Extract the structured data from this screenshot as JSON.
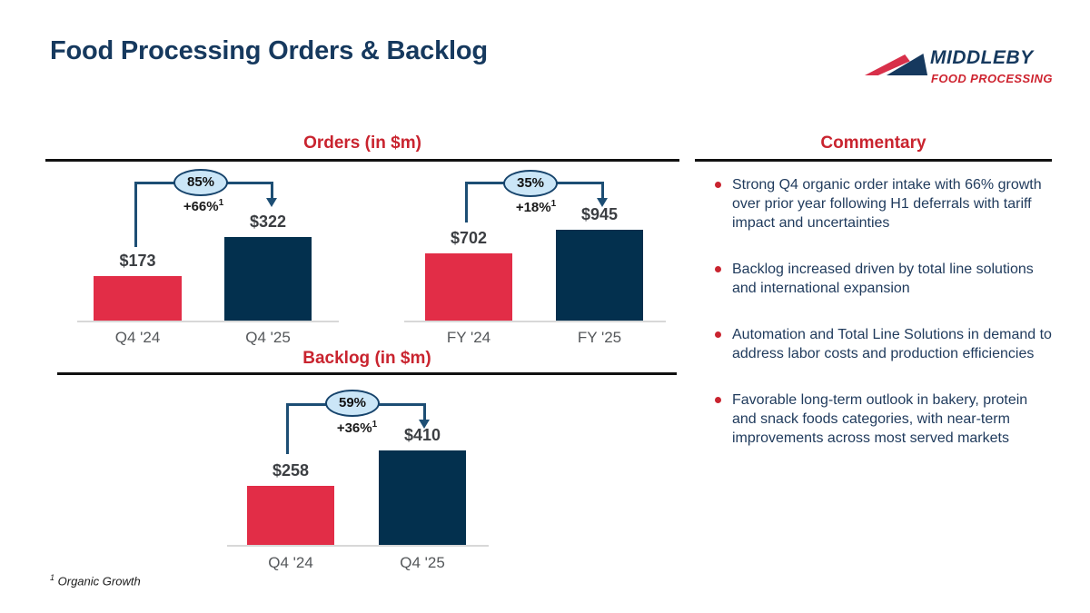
{
  "slide": {
    "title": "Food Processing Orders & Backlog",
    "footnote_sup": "1",
    "footnote": "Organic Growth"
  },
  "logo": {
    "name": "MIDDLEBY",
    "subtitle": "FOOD PROCESSING"
  },
  "colors": {
    "title_navy": "#16395E",
    "accent_red": "#C9242F",
    "bar_red": "#E22D47",
    "bar_navy": "#03304E",
    "connector_navy": "#1D4E74",
    "oval_fill": "#CBE6F7",
    "commentary_text": "#1F3A5C"
  },
  "sections": {
    "orders_title": "Orders (in $m)",
    "backlog_title": "Backlog (in $m)",
    "commentary_title": "Commentary"
  },
  "chart_data": [
    {
      "type": "bar",
      "title": "Orders (in $m)",
      "group": "Q4",
      "categories": [
        "Q4 '24",
        "Q4 '25"
      ],
      "values": [
        173,
        322
      ],
      "value_labels": [
        "$173",
        "$322"
      ],
      "colors": [
        "#E22D47",
        "#03304E"
      ],
      "total_growth": "85%",
      "organic_growth": "+66%",
      "footnote_ref": "1",
      "ylabel": "",
      "xlabel": "",
      "grid": false,
      "legend": false
    },
    {
      "type": "bar",
      "title": "Orders (in $m)",
      "group": "FY",
      "categories": [
        "FY '24",
        "FY '25"
      ],
      "values": [
        702,
        945
      ],
      "value_labels": [
        "$702",
        "$945"
      ],
      "colors": [
        "#E22D47",
        "#03304E"
      ],
      "total_growth": "35%",
      "organic_growth": "+18%",
      "footnote_ref": "1",
      "ylabel": "",
      "xlabel": "",
      "grid": false,
      "legend": false
    },
    {
      "type": "bar",
      "title": "Backlog (in $m)",
      "group": "Q4",
      "categories": [
        "Q4 '24",
        "Q4 '25"
      ],
      "values": [
        258,
        410
      ],
      "value_labels": [
        "$258",
        "$410"
      ],
      "colors": [
        "#E22D47",
        "#03304E"
      ],
      "total_growth": "59%",
      "organic_growth": "+36%",
      "footnote_ref": "1",
      "ylabel": "",
      "xlabel": "",
      "grid": false,
      "legend": false
    }
  ],
  "commentary": {
    "title": "Commentary",
    "bullets": [
      "Strong Q4 organic order intake with 66% growth over prior year following H1 deferrals with tariff impact and uncertainties",
      "Backlog increased driven by total line solutions and international expansion",
      "Automation and Total Line Solutions in demand to address labor costs and production efficiencies",
      "Favorable long-term outlook in bakery, protein and snack foods categories, with near-term improvements across most served markets"
    ]
  }
}
